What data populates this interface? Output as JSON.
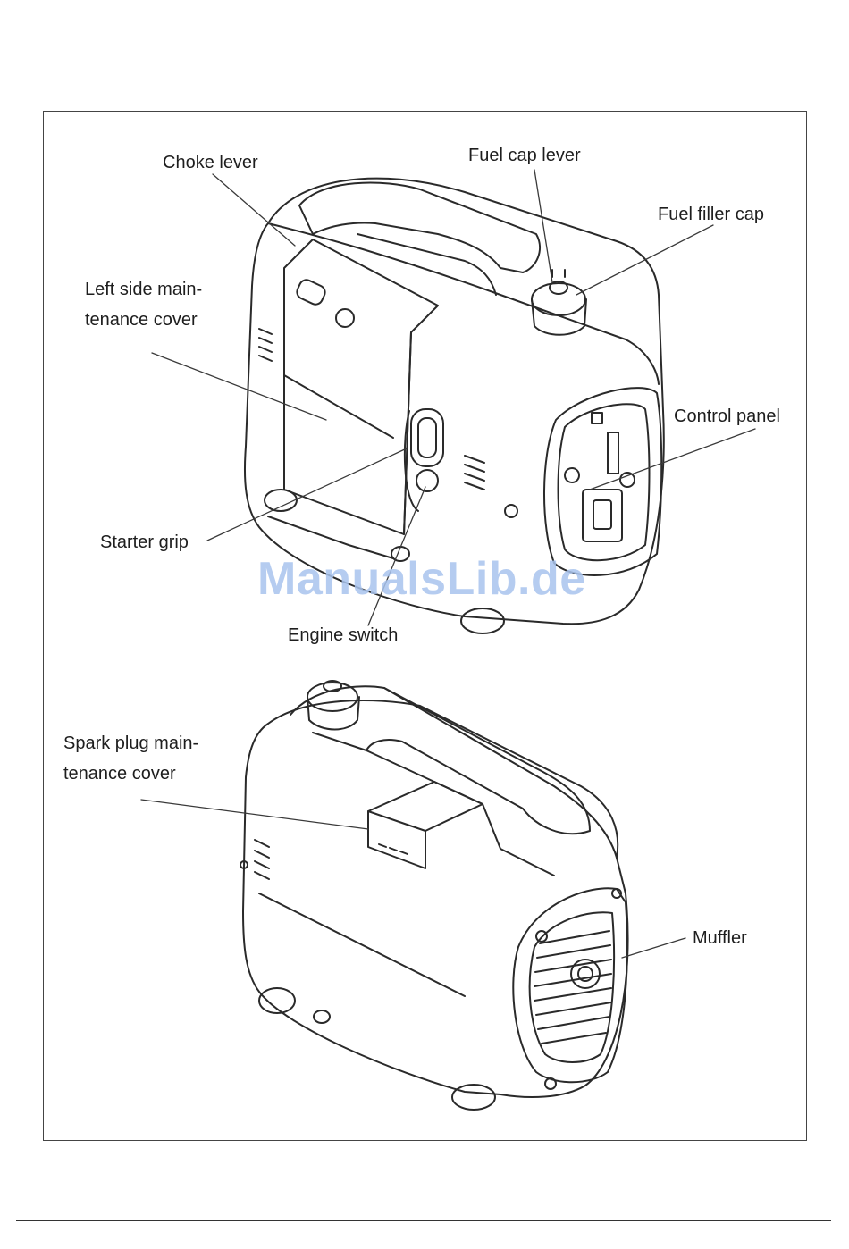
{
  "upper_figure": {
    "labels": {
      "choke_lever": "Choke lever",
      "fuel_cap_lever": "Fuel cap lever",
      "fuel_filler_cap": "Fuel filler cap",
      "left_side_cover_line1": "Left side main-",
      "left_side_cover_line2": "tenance cover",
      "control_panel": "Control panel",
      "starter_grip": "Starter grip",
      "engine_switch": "Engine switch"
    }
  },
  "lower_figure": {
    "labels": {
      "spark_plug_cover_line1": "Spark plug main-",
      "spark_plug_cover_line2": "tenance cover",
      "muffler": "Muffler"
    }
  },
  "watermark": "ManualsLib.de"
}
